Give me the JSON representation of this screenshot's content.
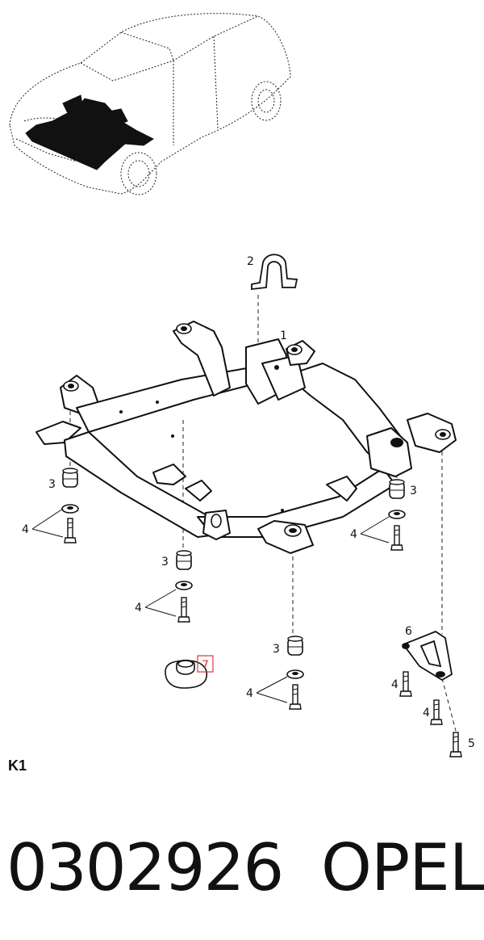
{
  "section_code": "K1",
  "part_number": "0302926",
  "brand": "OPEL",
  "highlight_color": "#d23a3a",
  "callouts": [
    "1",
    "2",
    "3",
    "4",
    "5",
    "6",
    "7"
  ],
  "highlighted_callout": "7"
}
